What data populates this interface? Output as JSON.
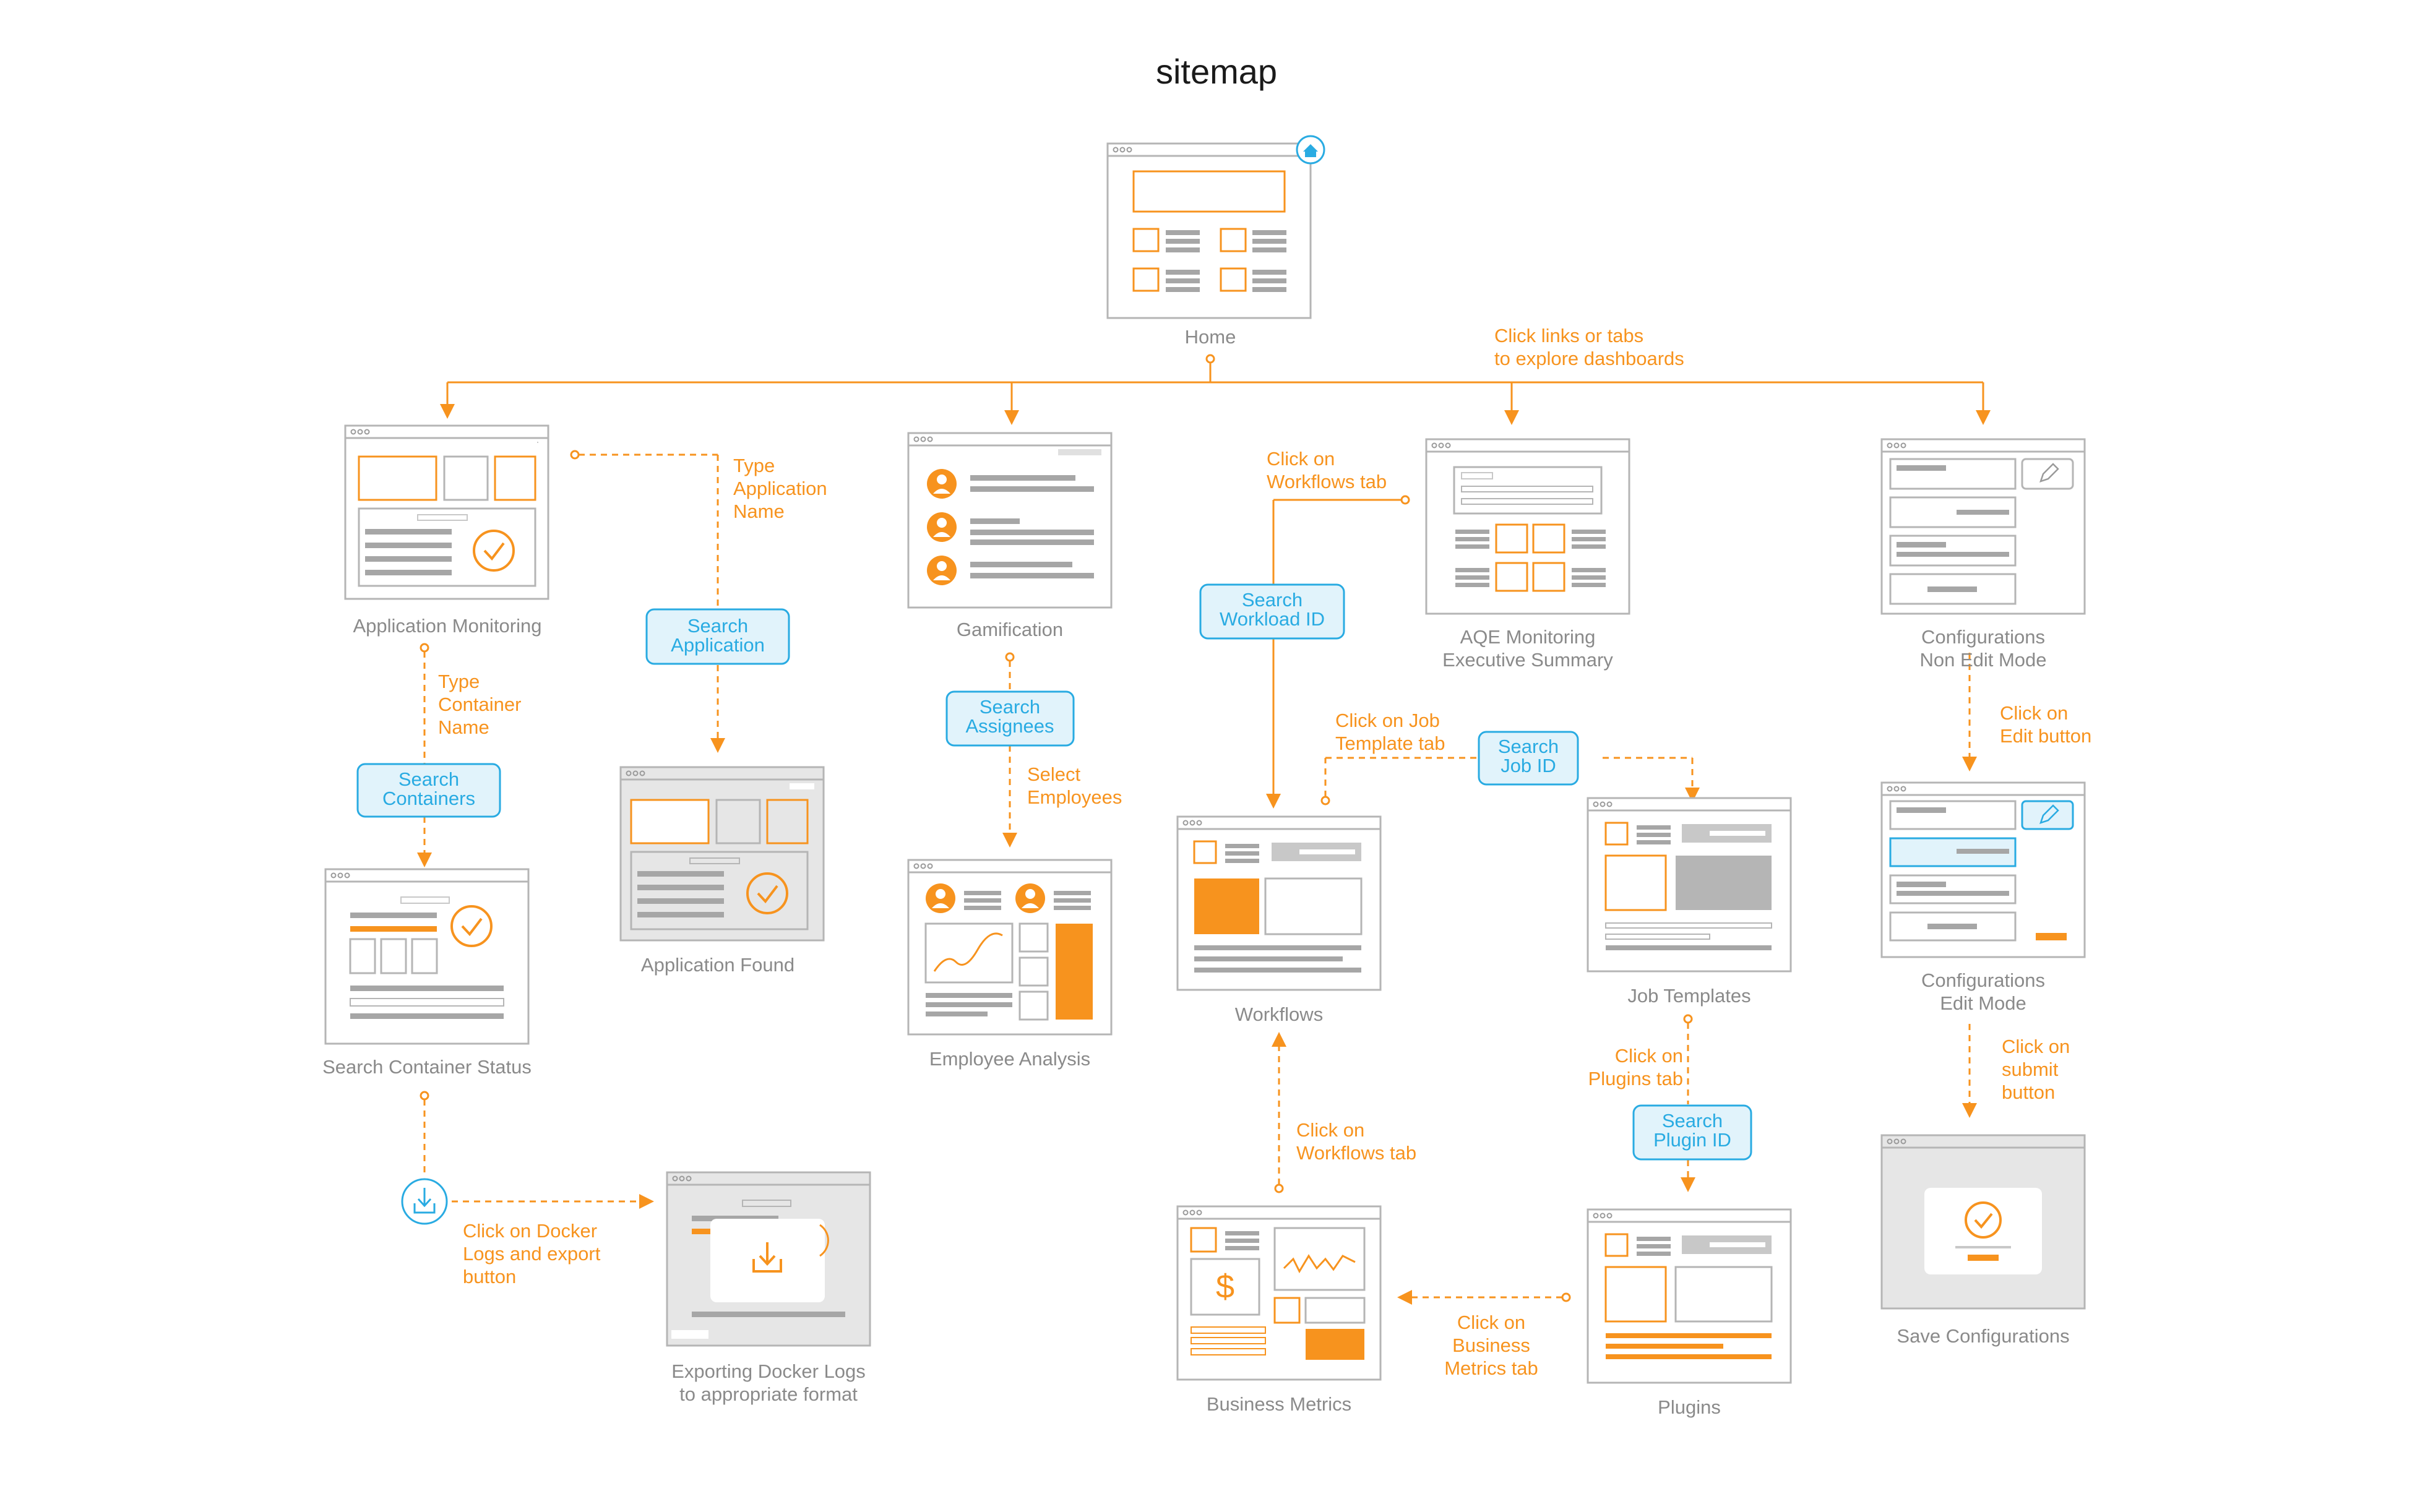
{
  "title": "sitemap",
  "colors": {
    "orange": "#f7931e",
    "blue": "#29abe2",
    "gray": "#9a9a9a",
    "light_gray": "#c8c8c8",
    "fill_gray": "#e6e6e6"
  },
  "screens": {
    "home": "Home",
    "application_monitoring": "Application Monitoring",
    "gamification": "Gamification",
    "aqe": [
      "AQE Monitoring",
      "Executive Summary"
    ],
    "config_non_edit": [
      "Configurations",
      "Non Edit Mode"
    ],
    "application_found": "Application Found",
    "search_container_status": "Search Container Status",
    "employee_analysis": "Employee Analysis",
    "workflows": "Workflows",
    "job_templates": "Job Templates",
    "config_edit": [
      "Configurations",
      "Edit Mode"
    ],
    "exporting_docker_logs": [
      "Exporting Docker Logs",
      "to appropriate format"
    ],
    "business_metrics": "Business Metrics",
    "plugins": "Plugins",
    "save_configurations": "Save Configurations"
  },
  "actions": {
    "click_links": [
      "Click links or tabs",
      "to explore dashboards"
    ],
    "type_application_name": [
      "Type",
      "Application",
      "Name"
    ],
    "type_container_name": [
      "Type",
      "Container",
      "Name"
    ],
    "select_employees": [
      "Select",
      "Employees"
    ],
    "click_workflows_tab_top": [
      "Click on",
      "Workflows tab"
    ],
    "click_job_template_tab": [
      "Click on Job",
      "Template tab"
    ],
    "click_edit_button": [
      "Click on",
      "Edit button"
    ],
    "click_submit_button": [
      "Click on",
      "submit",
      "button"
    ],
    "click_plugins_tab": [
      "Click on",
      "Plugins tab"
    ],
    "click_workflows_tab_bottom": [
      "Click on",
      "Workflows tab"
    ],
    "click_business_metrics_tab": [
      "Click on",
      "Business",
      "Metrics tab"
    ],
    "click_docker_logs": [
      "Click on Docker",
      "Logs and export",
      "button"
    ]
  },
  "searches": {
    "search_application": [
      "Search",
      "Application"
    ],
    "search_containers": [
      "Search",
      "Containers"
    ],
    "search_assignees": [
      "Search",
      "Assignees"
    ],
    "search_workload_id": [
      "Search",
      "Workload ID"
    ],
    "search_job_id": [
      "Search",
      "Job ID"
    ],
    "search_plugin_id": [
      "Search",
      "Plugin ID"
    ]
  },
  "icons": {
    "home": "home-icon",
    "check": "check-circle-icon",
    "download": "download-icon",
    "edit": "pencil-icon",
    "user": "user-avatar-icon",
    "dollar": "dollar-icon"
  }
}
